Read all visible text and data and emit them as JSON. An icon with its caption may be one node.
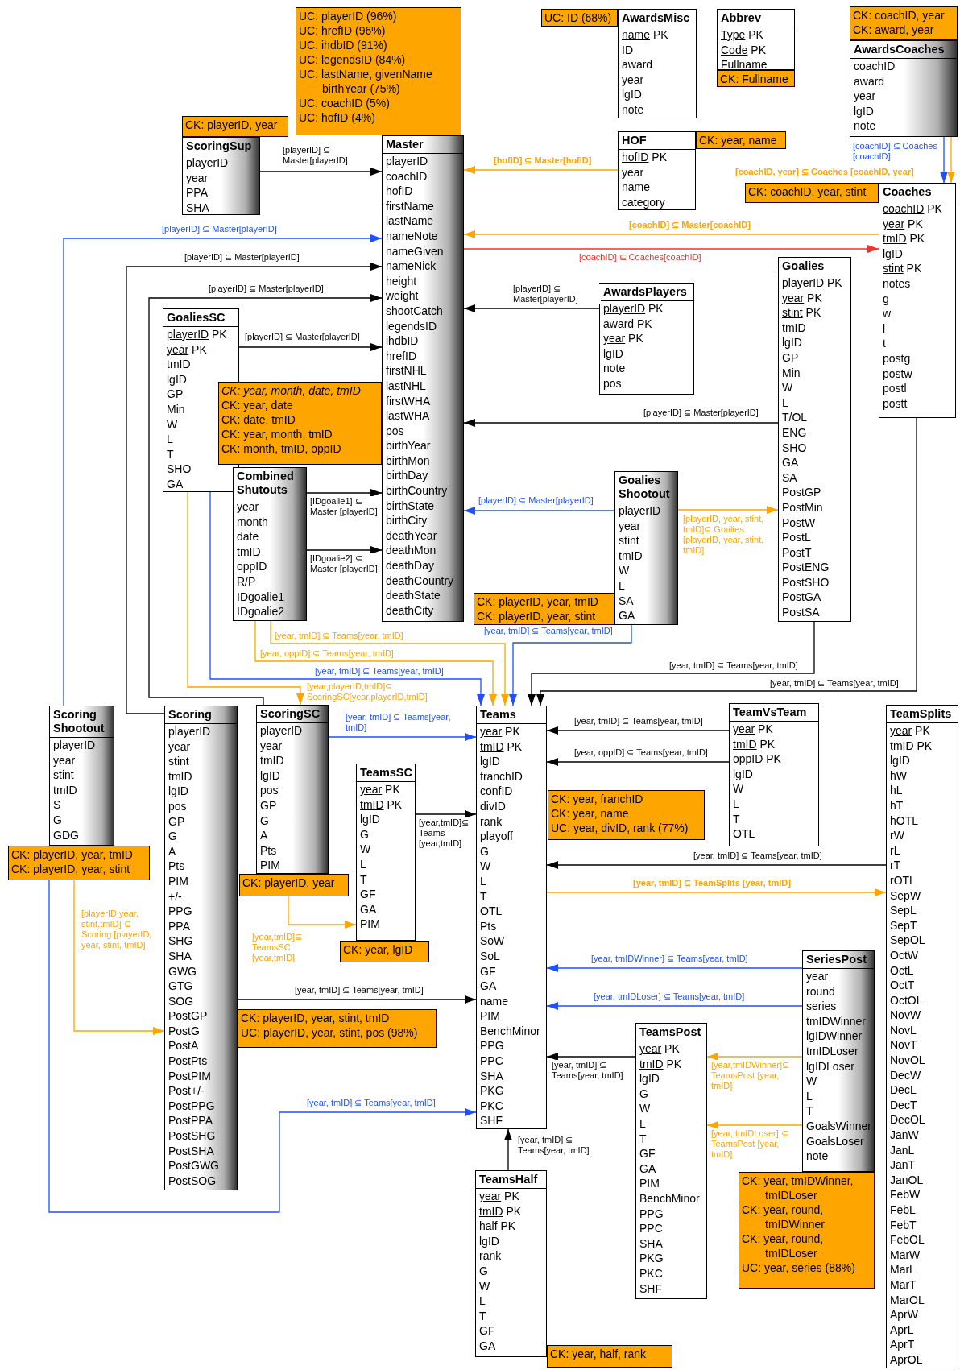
{
  "diagram": {
    "nodes": [
      {
        "text": [
          "UC: playerID (96%)",
          "UC: hrefID (96%)",
          "UC: ihdbID (91%)",
          "UC: legendsID (84%)",
          "UC: lastName, givenName birthYear (75%)",
          "UC: coachID (5%)",
          "UC: hofID (4%)"
        ]
      },
      {
        "text": [
          "UC: ID (68%)"
        ]
      },
      {
        "text": [
          "AwardsMisc",
          "name PK",
          "ID",
          "award",
          "year",
          "lgID",
          "note"
        ]
      },
      {
        "text": [
          "Abbrev",
          "Type PK",
          "Code PK",
          "Fullname"
        ]
      },
      {
        "text": [
          "CK: Fullname"
        ]
      },
      {
        "text": [
          "CK: coachID, year",
          "CK: award, year"
        ]
      },
      {
        "text": [
          "AwardsCoaches",
          "coachID",
          "award",
          "year",
          "lgID",
          "note"
        ]
      },
      {
        "text": [
          "CK: playerID, year"
        ]
      },
      {
        "text": [
          "ScoringSup",
          "playerID",
          "year",
          "PPA",
          "SHA"
        ]
      },
      {
        "text": [
          "Master",
          "playerID",
          "coachID",
          "hofID",
          "firstName",
          "lastName",
          "nameNote",
          "nameGiven",
          "nameNick",
          "height",
          "weight",
          "shootCatch",
          "legendsID",
          "ihdbID",
          "hrefID",
          "firstNHL",
          "lastNHL",
          "firstWHA",
          "lastWHA",
          "pos",
          "birthYear",
          "birthMon",
          "birthDay",
          "birthCountry",
          "birthState",
          "birthCity",
          "deathYear",
          "deathMon",
          "deathDay",
          "deathCountry",
          "deathState",
          "deathCity"
        ]
      },
      {
        "text": [
          "HOF",
          "hofID PK",
          "year",
          "name",
          "category"
        ]
      },
      {
        "text": [
          "CK: year, name"
        ]
      },
      {
        "text": [
          "CK: coachID, year, stint"
        ]
      },
      {
        "text": [
          "Coaches",
          "coachID PK",
          "year PK",
          "tmID PK",
          "lgID",
          "stint PK",
          "notes",
          "g",
          "w",
          "l",
          "t",
          "postg",
          "postw",
          "postl",
          "postt"
        ]
      },
      {
        "text": [
          "Goalies",
          "playerID PK",
          "year PK",
          "stint PK",
          "tmID",
          "lgID",
          "GP",
          "Min",
          "W",
          "L",
          "T/OL",
          "ENG",
          "SHO",
          "GA",
          "SA",
          "PostGP",
          "PostMin",
          "PostW",
          "PostL",
          "PostT",
          "PostENG",
          "PostSHO",
          "PostGA",
          "PostSA"
        ]
      },
      {
        "text": [
          "AwardsPlayers",
          "playerID PK",
          "award PK",
          "year PK",
          "lgID",
          "note",
          "pos"
        ]
      },
      {
        "text": [
          "GoaliesSC",
          "playerID PK",
          "year PK",
          "tmID",
          "lgID",
          "GP",
          "Min",
          "W",
          "L",
          "T",
          "SHO",
          "GA"
        ]
      },
      {
        "text": [
          "CK: year, month, date, tmID",
          "CK: year, date",
          "CK: date, tmID",
          "CK: year, month, tmID",
          "CK: month, tmID, oppID"
        ]
      },
      {
        "text": [
          "Combined Shutouts",
          "year",
          "month",
          "date",
          "tmID",
          "oppID",
          "R/P",
          "IDgoalie1",
          "IDgoalie2"
        ]
      },
      {
        "text": [
          "Goalies Shootout",
          "playerID",
          "year",
          "stint",
          "tmID",
          "W",
          "L",
          "SA",
          "GA"
        ]
      },
      {
        "text": [
          "CK: playerID, year, tmID",
          "CK: playerID, year, stint"
        ]
      },
      {
        "text": [
          "Scoring Shootout",
          "playerID",
          "year",
          "stint",
          "tmID",
          "S",
          "G",
          "GDG"
        ]
      },
      {
        "text": [
          "CK: playerID, year, tmID",
          "CK: playerID, year, stint"
        ]
      },
      {
        "text": [
          "Scoring",
          "playerID",
          "year",
          "stint",
          "tmID",
          "lgID",
          "pos",
          "GP",
          "G",
          "A",
          "Pts",
          "PIM",
          "+/-",
          "PPG",
          "PPA",
          "SHG",
          "SHA",
          "GWG",
          "GTG",
          "SOG",
          "PostGP",
          "PostG",
          "PostA",
          "PostPts",
          "PostPIM",
          "Post+/-",
          "PostPPG",
          "PostPPA",
          "PostSHG",
          "PostSHA",
          "PostGWG",
          "PostSOG"
        ]
      },
      {
        "text": [
          "ScoringSC",
          "playerID",
          "year",
          "tmID",
          "lgID",
          "pos",
          "GP",
          "G",
          "A",
          "Pts",
          "PIM"
        ]
      },
      {
        "text": [
          "CK: playerID, year"
        ]
      },
      {
        "text": [
          "Teams",
          "year PK",
          "tmID PK",
          "lgID",
          "franchID",
          "confID",
          "divID",
          "rank",
          "playoff",
          "G",
          "W",
          "L",
          "T",
          "OTL",
          "Pts",
          "SoW",
          "SoL",
          "GF",
          "GA",
          "name",
          "PIM",
          "BenchMinor",
          "PPG",
          "PPC",
          "SHA",
          "PKG",
          "PKC",
          "SHF"
        ]
      },
      {
        "text": [
          "TeamVsTeam",
          "year PK",
          "tmID PK",
          "oppID PK",
          "lgID",
          "W",
          "L",
          "T",
          "OTL"
        ]
      },
      {
        "text": [
          "TeamSplits",
          "year PK",
          "tmID PK",
          "lgID",
          "hW",
          "hL",
          "hT",
          "hOTL",
          "rW",
          "rL",
          "rT",
          "rOTL",
          "SepW",
          "SepL",
          "SepT",
          "SepOL",
          "OctW",
          "OctL",
          "OctT",
          "OctOL",
          "NovW",
          "NovL",
          "NovT",
          "NovOL",
          "DecW",
          "DecL",
          "DecT",
          "DecOL",
          "JanW",
          "JanL",
          "JanT",
          "JanOL",
          "FebW",
          "FebL",
          "FebT",
          "FebOL",
          "MarW",
          "MarL",
          "MarT",
          "MarOL",
          "AprW",
          "AprL",
          "AprT",
          "AprOL"
        ]
      },
      {
        "text": [
          "TeamsSC",
          "year PK",
          "tmID PK",
          "lgID",
          "G",
          "W",
          "L",
          "T",
          "GF",
          "GA",
          "PIM"
        ]
      },
      {
        "text": [
          "CK: year, lgID"
        ]
      },
      {
        "text": [
          "CK: year, franchID",
          "CK: year, name",
          "UC: year, divID, rank (77%)"
        ]
      },
      {
        "text": [
          "CK: playerID, year, stint, tmID",
          "UC: playerID, year, stint, pos (98%)"
        ]
      },
      {
        "text": [
          "SeriesPost",
          "year",
          "round",
          "series",
          "tmIDWinner",
          "lgIDWinner",
          "tmIDLoser",
          "lgIDLoser",
          "W",
          "L",
          "T",
          "GoalsWinner",
          "GoalsLoser",
          "note"
        ]
      },
      {
        "text": [
          "TeamsPost",
          "year PK",
          "tmID PK",
          "lgID",
          "G",
          "W",
          "L",
          "T",
          "GF",
          "GA",
          "PIM",
          "BenchMinor",
          "PPG",
          "PPC",
          "SHA",
          "PKG",
          "PKC",
          "SHF"
        ]
      },
      {
        "text": [
          "TeamsHalf",
          "year PK",
          "tmID PK",
          "half PK",
          "lgID",
          "rank",
          "G",
          "W",
          "L",
          "T",
          "GF",
          "GA"
        ]
      },
      {
        "text": [
          "CK: year, tmIDWinner, tmIDLoser",
          "CK: year, round, tmIDWinner",
          "CK: year, round, tmIDLoser",
          "UC: year, series (88%)"
        ]
      },
      {
        "text": [
          "CK: year, half, rank"
        ]
      }
    ],
    "edges": [
      {
        "from": 8,
        "to": 9,
        "arrow": "to",
        "label": "[playerID] ⊆ Master[playerID]"
      },
      {
        "from": 10,
        "to": 9,
        "arrow": "to",
        "label": "[hofID] ⊆ Master[hofID]",
        "color": "#ffa500"
      },
      {
        "from": 13,
        "to": 9,
        "arrow": "to",
        "label": "[coachID] ⊆ Master[coachID]",
        "color": "#ffa500"
      },
      {
        "from": 9,
        "to": 13,
        "arrow": "to",
        "label": "[coachID] ⊆ Coaches[coachID]",
        "color": "#ff2a2a"
      },
      {
        "from": 6,
        "to": 13,
        "arrow": "to",
        "label": "[coachID] ⊆ Coaches [coachID]",
        "color": "#1f4fff"
      },
      {
        "from": 6,
        "to": 13,
        "arrow": "to",
        "label": "[coachID, year] ⊆ Coaches [coachID, year]",
        "color": "#ffa500"
      },
      {
        "from": 21,
        "to": 9,
        "arrow": "to",
        "label": "[playerID] ⊆ Master[playerID]",
        "color": "#1f4fff"
      },
      {
        "from": 23,
        "to": 9,
        "arrow": "to",
        "label": "[playerID] ⊆ Master[playerID]"
      },
      {
        "from": 24,
        "to": 9,
        "arrow": "to",
        "label": "[playerID] ⊆ Master[playerID]"
      },
      {
        "from": 16,
        "to": 9,
        "arrow": "to",
        "label": "[playerID] ⊆ Master[playerID]"
      },
      {
        "from": 15,
        "to": 9,
        "arrow": "to",
        "label": "[playerID] ⊆ Master[playerID]"
      },
      {
        "from": 14,
        "to": 9,
        "arrow": "to",
        "label": "[playerID] ⊆ Master[playerID]"
      },
      {
        "from": 18,
        "to": 9,
        "arrow": "to",
        "label": "[IDgoalie1] ⊆ Master [playerID]"
      },
      {
        "from": 18,
        "to": 9,
        "arrow": "to",
        "label": "[IDgoalie2] ⊆ Master [playerID]"
      },
      {
        "from": 19,
        "to": 9,
        "arrow": "to",
        "label": "[playerID] ⊆ Master[playerID]",
        "color": "#1f4fff"
      },
      {
        "from": 19,
        "to": 14,
        "arrow": "to",
        "label": "[playerID, year, stint, tmID]⊆ Goalies [playerID, year, stint, tmID]",
        "color": "#ffa500"
      },
      {
        "from": 18,
        "to": 26,
        "arrow": "to",
        "label": "[year, tmID] ⊆ Teams[year, tmID]",
        "color": "#ffa500"
      },
      {
        "from": 18,
        "to": 26,
        "arrow": "to",
        "label": "[year, oppID] ⊆ Teams[year, tmID]",
        "color": "#ffa500"
      },
      {
        "from": 16,
        "to": 26,
        "arrow": "to",
        "label": "[year, tmID] ⊆ Teams[year, tmID]",
        "color": "#1f4fff"
      },
      {
        "from": 16,
        "to": 24,
        "arrow": "to",
        "label": "[year,playerID,tmID]⊆ ScoringSC[year,playerID,tmID]",
        "color": "#ffa500"
      },
      {
        "from": 19,
        "to": 26,
        "arrow": "to",
        "label": "[year, tmID] ⊆ Teams[year, tmID]",
        "color": "#1f4fff"
      },
      {
        "from": 14,
        "to": 26,
        "arrow": "to",
        "label": "[year, tmID] ⊆ Teams[year, tmID]"
      },
      {
        "from": 13,
        "to": 26,
        "arrow": "to",
        "label": "[year, tmID] ⊆ Teams[year, tmID]"
      },
      {
        "from": 24,
        "to": 26,
        "arrow": "to",
        "label": "[year, tmID] ⊆ Teams[year, tmID]",
        "color": "#1f4fff"
      },
      {
        "from": 29,
        "to": 26,
        "arrow": "to",
        "label": "[year,tmID]⊆ Teams [year,tmID]"
      },
      {
        "from": 27,
        "to": 26,
        "arrow": "to",
        "label": "[year, tmID] ⊆ Teams[year, tmID]"
      },
      {
        "from": 27,
        "to": 26,
        "arrow": "to",
        "label": "[year, oppID] ⊆ Teams[year, tmID]"
      },
      {
        "from": 28,
        "to": 26,
        "arrow": "to",
        "label": "[year, tmID] ⊆ Teams[year, tmID]"
      },
      {
        "from": 26,
        "to": 28,
        "arrow": "to",
        "label": "[year, tmID] ⊆ TeamSplits [year, tmID]",
        "color": "#ffa500"
      },
      {
        "from": 25,
        "to": 29,
        "arrow": "to",
        "label": "[year,tmID]⊆ TeamsSC [year,tmID]",
        "color": "#ffa500"
      },
      {
        "from": 22,
        "to": 23,
        "arrow": "to",
        "label": "[playerID,year, stint,tmID] ⊆ Scoring [playerID, year, stint, tmID]",
        "color": "#ffa500"
      },
      {
        "from": 22,
        "to": 26,
        "arrow": "to",
        "label": "[year, tmID] ⊆ Teams[year, tmID]",
        "color": "#1f4fff"
      },
      {
        "from": 23,
        "to": 26,
        "arrow": "to",
        "label": "[year, tmID] ⊆ Teams[year, tmID]"
      },
      {
        "from": 33,
        "to": 26,
        "arrow": "to",
        "label": "[year, tmIDWinner] ⊆ Teams[year, tmID]",
        "color": "#1f4fff"
      },
      {
        "from": 33,
        "to": 26,
        "arrow": "to",
        "label": "[year, tmIDLoser] ⊆ Teams[year, tmID]",
        "color": "#1f4fff"
      },
      {
        "from": 34,
        "to": 26,
        "arrow": "to",
        "label": "[year, tmID] ⊆ Teams[year, tmID]"
      },
      {
        "from": 33,
        "to": 34,
        "arrow": "to",
        "label": "[year,tmIDWinner]⊆ TeamsPost [year, tmID]",
        "color": "#ffa500"
      },
      {
        "from": 33,
        "to": 34,
        "arrow": "to",
        "label": "[year, tmIDLoser] ⊆ TeamsPost [year, tmID]",
        "color": "#ffa500"
      },
      {
        "from": 35,
        "to": 26,
        "arrow": "to",
        "label": "[year, tmID] ⊆ Teams[year, tmID]"
      }
    ]
  }
}
